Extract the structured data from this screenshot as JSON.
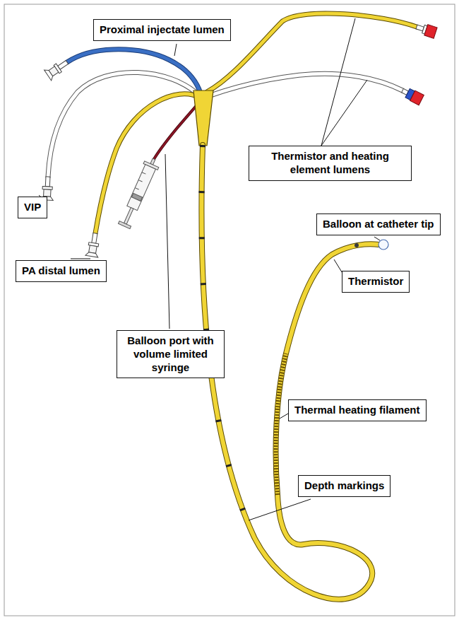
{
  "diagram": {
    "nodes": [
      {
        "text": [
          "Proximal injectate lumen"
        ]
      },
      {
        "text": [
          "Thermistor and heating element lumens"
        ]
      },
      {
        "text": [
          "VIP"
        ]
      },
      {
        "text": [
          "Balloon at catheter tip"
        ]
      },
      {
        "text": [
          "PA distal lumen"
        ]
      },
      {
        "text": [
          "Thermistor"
        ]
      },
      {
        "text": [
          "Balloon port with volume limited syringe"
        ]
      },
      {
        "text": [
          "Thermal heating filament"
        ]
      },
      {
        "text": [
          "Depth markings"
        ]
      }
    ]
  }
}
